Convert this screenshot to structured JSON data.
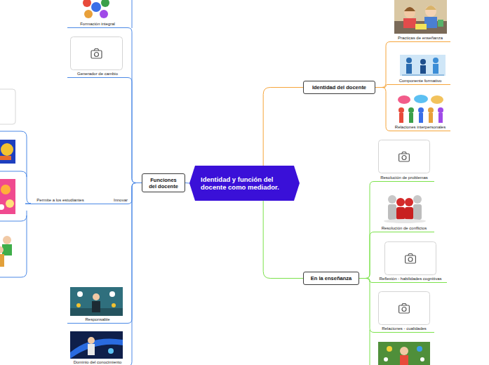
{
  "diagram": {
    "nodes": [
      {
        "text": [
          "Identidad y función del docente como mediador."
        ]
      },
      {
        "text": [
          "Identidad del docente"
        ]
      },
      {
        "text": [
          "Practicas de enseñanza"
        ]
      },
      {
        "text": [
          "Componente formativo"
        ]
      },
      {
        "text": [
          "Relaciones interpersonales"
        ]
      },
      {
        "text": [
          "En la enseñanza"
        ]
      },
      {
        "text": [
          "Resolución de problemas"
        ]
      },
      {
        "text": [
          "Resolución de conflictos"
        ]
      },
      {
        "text": [
          "Reflexión - habilidades cognitivas"
        ]
      },
      {
        "text": [
          "Relaciones - cualidades"
        ]
      },
      {
        "text": [
          "Funciones del docente"
        ]
      },
      {
        "text": [
          "Formación integral"
        ]
      },
      {
        "text": [
          "Generador de cambio"
        ]
      },
      {
        "text": [
          "Innovar"
        ]
      },
      {
        "text": [
          "Permite a los estudiantes"
        ]
      },
      {
        "text": [
          "Responsable"
        ]
      },
      {
        "text": [
          "Dominio del conocimiento"
        ]
      }
    ],
    "edges": [
      {
        "from": 0,
        "to": 1,
        "arrow": "none"
      },
      {
        "from": 0,
        "to": 5,
        "arrow": "none"
      },
      {
        "from": 0,
        "to": 10,
        "arrow": "none"
      },
      {
        "from": 1,
        "to": 2,
        "arrow": "none"
      },
      {
        "from": 1,
        "to": 3,
        "arrow": "none"
      },
      {
        "from": 1,
        "to": 4,
        "arrow": "none"
      },
      {
        "from": 5,
        "to": 6,
        "arrow": "none"
      },
      {
        "from": 5,
        "to": 7,
        "arrow": "none"
      },
      {
        "from": 5,
        "to": 8,
        "arrow": "none"
      },
      {
        "from": 5,
        "to": 9,
        "arrow": "none"
      },
      {
        "from": 10,
        "to": 11,
        "arrow": "none"
      },
      {
        "from": 10,
        "to": 12,
        "arrow": "none"
      },
      {
        "from": 10,
        "to": 13,
        "arrow": "none"
      },
      {
        "from": 10,
        "to": 15,
        "arrow": "none"
      },
      {
        "from": 10,
        "to": 16,
        "arrow": "none"
      },
      {
        "from": 13,
        "to": 14,
        "arrow": "none"
      }
    ]
  }
}
